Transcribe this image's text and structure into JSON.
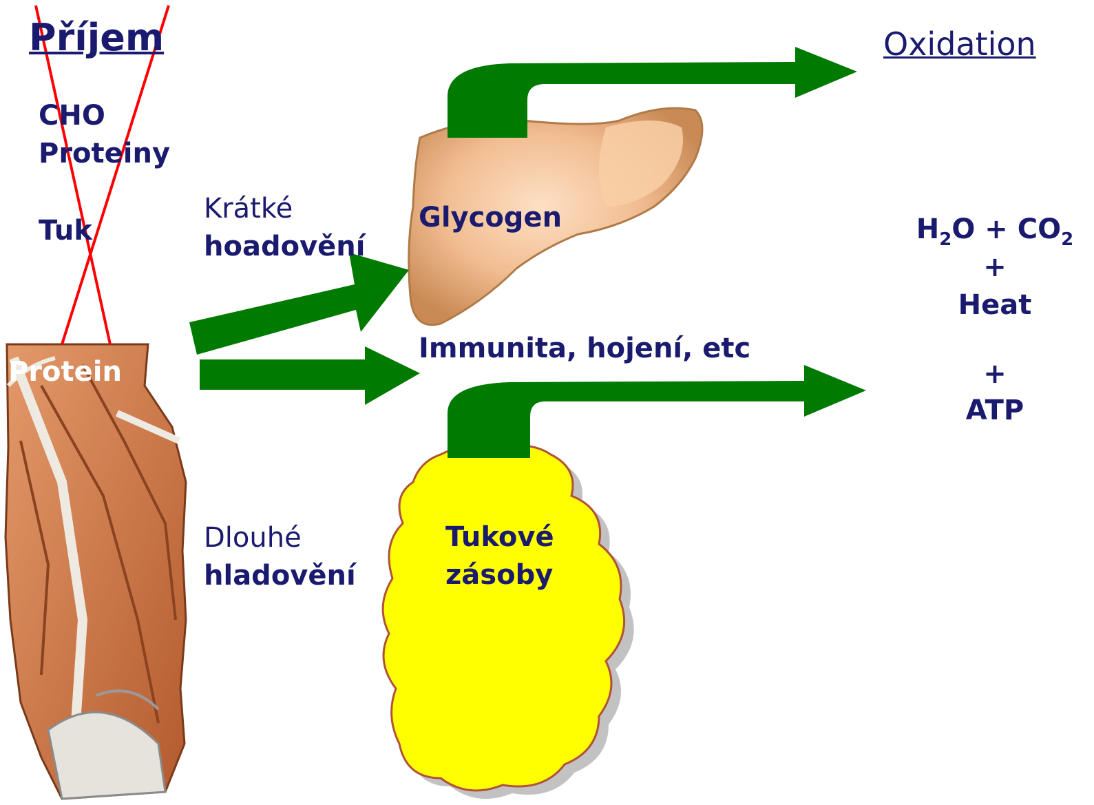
{
  "intake": {
    "title": "Příjem",
    "items": [
      "CHO",
      "Proteiny",
      "Tuk"
    ]
  },
  "oxidation_label": "Oxidation",
  "protein_label": "Protein",
  "short_fast": {
    "line1": "Krátké",
    "line2": "hoadovění"
  },
  "long_fast": {
    "line1": "Dlouhé",
    "line2": "hladovění"
  },
  "glycogen_label": "Glycogen",
  "immunity_label": "Immunita, hojení, etc",
  "fat_stores": {
    "line1": "Tukové",
    "line2": "zásoby"
  },
  "products": {
    "water": "H",
    "water_sub": "2",
    "water_rest": "O + CO",
    "co2_sub": "2",
    "plus1": "+",
    "heat": "Heat",
    "plus2": "+",
    "atp": "ATP"
  },
  "colors": {
    "text": "#1a1a6e",
    "arrow": "#007a00",
    "cross": "#ff0000",
    "fat": "#ffff00",
    "liver": "#e7a878",
    "muscle": "#c8683a"
  }
}
